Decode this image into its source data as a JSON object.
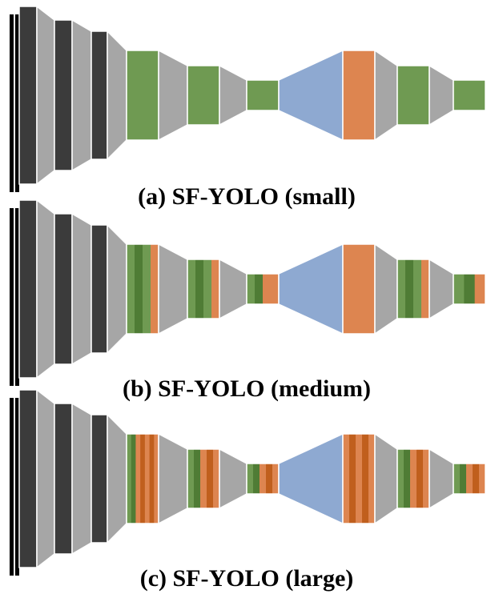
{
  "colors": {
    "dark": "#3b3b3b",
    "black": "#000000",
    "gray": "#a6a6a6",
    "green": "#6f9a52",
    "dark_green": "#4f7c35",
    "orange": "#dd8550",
    "dark_orange": "#c05f1d",
    "blue": "#8ea9d1",
    "border": "#ffffff"
  },
  "icons": {
    "layer": "rect-block",
    "transition": "trapezoid-funnel",
    "bottleneck": "blue-bowtie"
  },
  "diagrams": [
    {
      "id": "small",
      "variant": "small",
      "caption": "(a) SF-YOLO (small)"
    },
    {
      "id": "medium",
      "variant": "medium",
      "caption": "(b) SF-YOLO (medium)"
    },
    {
      "id": "large",
      "variant": "large",
      "caption": "(c) SF-YOLO (large)"
    }
  ]
}
